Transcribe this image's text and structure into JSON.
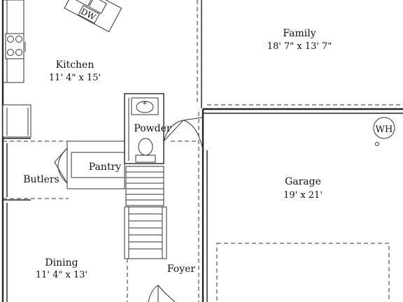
{
  "rooms": {
    "kitchen": {
      "name": "Kitchen",
      "size": "11' 4\" x 15'"
    },
    "family": {
      "name": "Family",
      "size": "18' 7\" x 13' 7\""
    },
    "powder": {
      "name": "Powder"
    },
    "pantry": {
      "name": "Pantry"
    },
    "butlers": {
      "name": "Butlers"
    },
    "garage": {
      "name": "Garage",
      "size": "19' x 21'"
    },
    "dining": {
      "name": "Dining",
      "size": "11' 4\" x 13'"
    },
    "foyer": {
      "name": "Foyer"
    }
  },
  "fixtures": {
    "dishwasher_label": "DW",
    "water_heater_label": "WH"
  }
}
